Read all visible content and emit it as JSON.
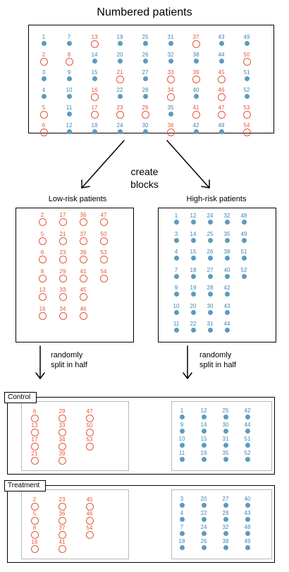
{
  "title": "Numbered patients",
  "center_label": [
    "create",
    "blocks"
  ],
  "low_label": "Low-risk patients",
  "high_label": "High-risk patients",
  "split_label": [
    "randomly",
    "split in half"
  ],
  "control_label": "Control",
  "treatment_label": "Treatment",
  "colors": {
    "high_risk": "#5b9bbf",
    "low_risk": "#e4573b"
  },
  "low_risk_ids": [
    2,
    5,
    6,
    8,
    13,
    16,
    17,
    21,
    23,
    29,
    33,
    34,
    36,
    37,
    39,
    41,
    45,
    46,
    47,
    50,
    53,
    54
  ],
  "numbered_grid": [
    [
      1,
      7,
      13,
      19,
      25,
      31,
      37,
      43,
      49
    ],
    [
      2,
      8,
      14,
      20,
      26,
      32,
      38,
      44,
      50
    ],
    [
      3,
      9,
      15,
      21,
      27,
      33,
      39,
      45,
      51
    ],
    [
      4,
      10,
      16,
      22,
      28,
      34,
      40,
      46,
      52
    ],
    [
      5,
      11,
      17,
      23,
      29,
      35,
      41,
      47,
      53
    ],
    [
      6,
      12,
      18,
      24,
      30,
      36,
      42,
      48,
      54
    ]
  ],
  "low_block_grid": [
    [
      2,
      17,
      36,
      47
    ],
    [
      5,
      21,
      37,
      50
    ],
    [
      6,
      23,
      39,
      53
    ],
    [
      8,
      29,
      41,
      54
    ],
    [
      13,
      33,
      45,
      null
    ],
    [
      16,
      34,
      46,
      null
    ]
  ],
  "high_block_grid": [
    [
      1,
      12,
      24,
      32,
      48
    ],
    [
      3,
      14,
      25,
      35,
      49
    ],
    [
      4,
      15,
      26,
      38,
      51
    ],
    [
      7,
      18,
      27,
      40,
      52
    ],
    [
      9,
      19,
      28,
      42,
      null
    ],
    [
      10,
      20,
      30,
      43,
      null
    ],
    [
      11,
      22,
      31,
      44,
      null
    ]
  ],
  "control_low_grid": [
    [
      6,
      29,
      47
    ],
    [
      13,
      33,
      50
    ],
    [
      17,
      34,
      53
    ],
    [
      21,
      39,
      null
    ]
  ],
  "control_high_grid": [
    [
      1,
      12,
      25,
      42
    ],
    [
      9,
      14,
      30,
      44
    ],
    [
      10,
      15,
      31,
      51
    ],
    [
      11,
      19,
      35,
      52
    ]
  ],
  "treatment_low_grid": [
    [
      2,
      23,
      45
    ],
    [
      5,
      36,
      46
    ],
    [
      8,
      37,
      54
    ],
    [
      16,
      41,
      null
    ]
  ],
  "treatment_high_grid": [
    [
      3,
      20,
      27,
      40
    ],
    [
      4,
      22,
      28,
      43
    ],
    [
      7,
      24,
      32,
      48
    ],
    [
      18,
      26,
      38,
      49
    ]
  ]
}
